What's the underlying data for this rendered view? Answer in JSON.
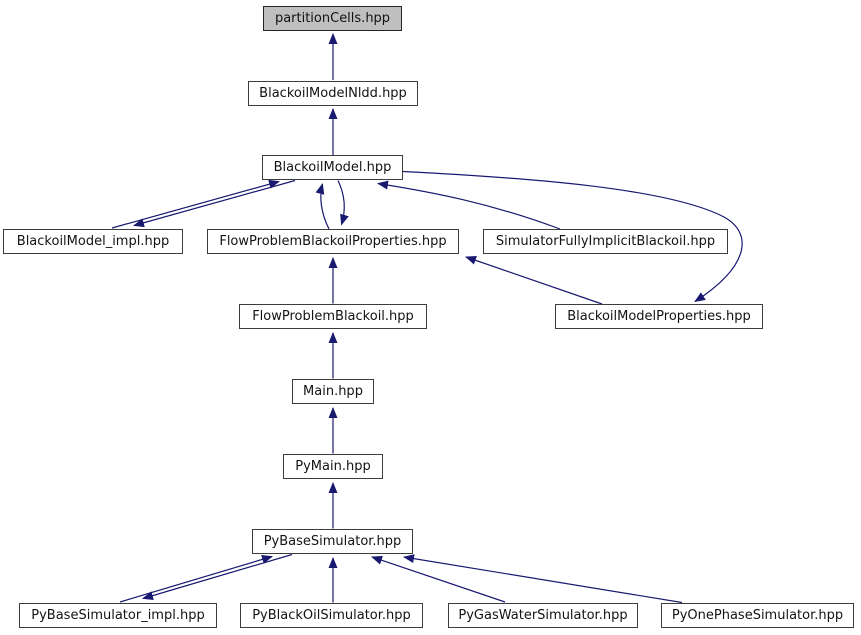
{
  "diagram": {
    "kind": "include-dependency-graph",
    "root_file": "partitionCells.hpp",
    "colors": {
      "edge": "#191970",
      "node_border": "#3c3c3c",
      "node_fill": "#ffffff",
      "root_node_fill": "#bfbfbf",
      "text": "#131313",
      "background": "#ffffff"
    },
    "nodes": [
      {
        "id": "partitionCells",
        "label": "partitionCells.hpp",
        "highlighted": true
      },
      {
        "id": "BlackoilModelNldd",
        "label": "BlackoilModelNldd.hpp",
        "highlighted": false
      },
      {
        "id": "BlackoilModel",
        "label": "BlackoilModel.hpp",
        "highlighted": false
      },
      {
        "id": "BlackoilModel_impl",
        "label": "BlackoilModel_impl.hpp",
        "highlighted": false
      },
      {
        "id": "FlowProblemBlackoilProperties",
        "label": "FlowProblemBlackoilProperties.hpp",
        "highlighted": false
      },
      {
        "id": "SimulatorFullyImplicitBlackoil",
        "label": "SimulatorFullyImplicitBlackoil.hpp",
        "highlighted": false
      },
      {
        "id": "BlackoilModelProperties",
        "label": "BlackoilModelProperties.hpp",
        "highlighted": false
      },
      {
        "id": "FlowProblemBlackoil",
        "label": "FlowProblemBlackoil.hpp",
        "highlighted": false
      },
      {
        "id": "Main",
        "label": "Main.hpp",
        "highlighted": false
      },
      {
        "id": "PyMain",
        "label": "PyMain.hpp",
        "highlighted": false
      },
      {
        "id": "PyBaseSimulator",
        "label": "PyBaseSimulator.hpp",
        "highlighted": false
      },
      {
        "id": "PyBaseSimulator_impl",
        "label": "PyBaseSimulator_impl.hpp",
        "highlighted": false
      },
      {
        "id": "PyBlackOilSimulator",
        "label": "PyBlackOilSimulator.hpp",
        "highlighted": false
      },
      {
        "id": "PyGasWaterSimulator",
        "label": "PyGasWaterSimulator.hpp",
        "highlighted": false
      },
      {
        "id": "PyOnePhaseSimulator",
        "label": "PyOnePhaseSimulator.hpp",
        "highlighted": false
      }
    ],
    "edges": [
      {
        "from": "BlackoilModelNldd",
        "to": "partitionCells"
      },
      {
        "from": "BlackoilModel",
        "to": "BlackoilModelNldd"
      },
      {
        "from": "BlackoilModel_impl",
        "to": "BlackoilModel"
      },
      {
        "from": "BlackoilModel",
        "to": "BlackoilModel_impl"
      },
      {
        "from": "FlowProblemBlackoilProperties",
        "to": "BlackoilModel"
      },
      {
        "from": "BlackoilModel",
        "to": "FlowProblemBlackoilProperties"
      },
      {
        "from": "SimulatorFullyImplicitBlackoil",
        "to": "BlackoilModel"
      },
      {
        "from": "BlackoilModel",
        "to": "BlackoilModelProperties"
      },
      {
        "from": "BlackoilModelProperties",
        "to": "FlowProblemBlackoilProperties"
      },
      {
        "from": "FlowProblemBlackoil",
        "to": "FlowProblemBlackoilProperties"
      },
      {
        "from": "Main",
        "to": "FlowProblemBlackoil"
      },
      {
        "from": "PyMain",
        "to": "Main"
      },
      {
        "from": "PyBaseSimulator",
        "to": "PyMain"
      },
      {
        "from": "PyBaseSimulator_impl",
        "to": "PyBaseSimulator"
      },
      {
        "from": "PyBaseSimulator",
        "to": "PyBaseSimulator_impl"
      },
      {
        "from": "PyBlackOilSimulator",
        "to": "PyBaseSimulator"
      },
      {
        "from": "PyGasWaterSimulator",
        "to": "PyBaseSimulator"
      },
      {
        "from": "PyOnePhaseSimulator",
        "to": "PyBaseSimulator"
      }
    ]
  }
}
